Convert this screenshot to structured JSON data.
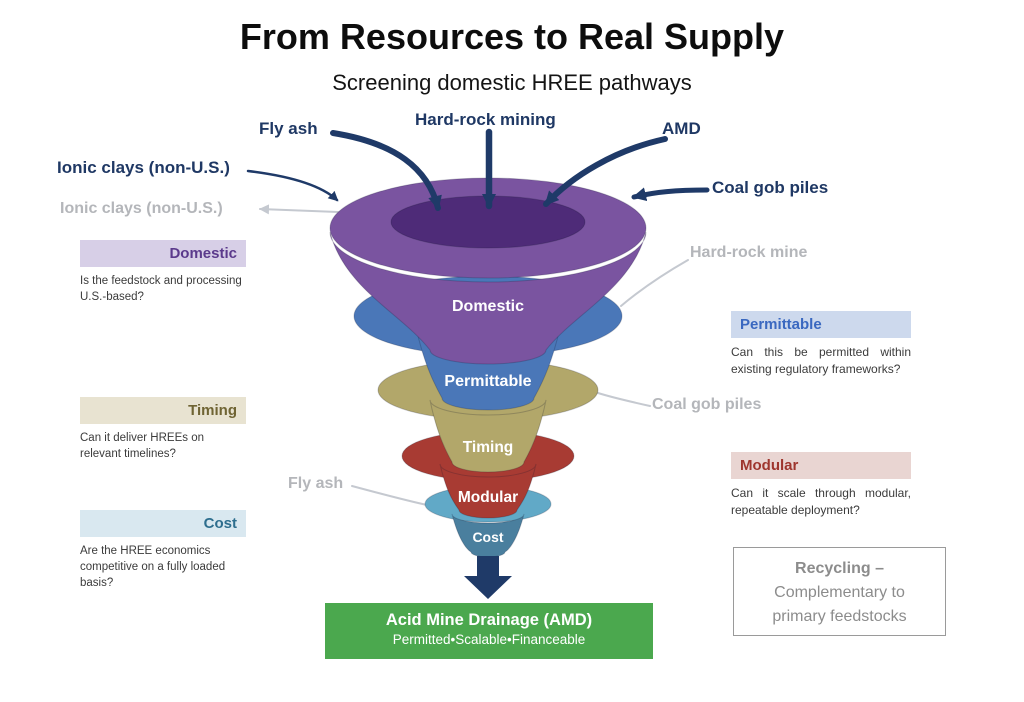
{
  "title": "From Resources to Real Supply",
  "subtitle": "Screening domestic HREE pathways",
  "colors": {
    "arrow": "#1f3a68",
    "navy_label": "#1f3864",
    "muted_label": "#b4b6ba",
    "muted_line": "#c5c9d0"
  },
  "sources": {
    "fly_ash": "Fly ash",
    "hard_rock_mining": "Hard-rock mining",
    "amd": "AMD",
    "ionic_clays": "Ionic clays (non-U.S.)",
    "coal_gob_piles": "Coal gob piles"
  },
  "eliminated": {
    "ionic_clays": "Ionic clays (non-U.S.)",
    "hard_rock_mine": "Hard-rock mine",
    "coal_gob_piles": "Coal gob piles",
    "fly_ash": "Fly ash"
  },
  "funnel": {
    "hole_color": "#4e2b78",
    "tip_color": "#4a7f9e",
    "stages": [
      {
        "label": "Domestic",
        "color": "#7a54a0"
      },
      {
        "label": "Permittable",
        "color": "#4a77b8"
      },
      {
        "label": "Timing",
        "color": "#b2a76a"
      },
      {
        "label": "Modular",
        "color": "#a83b33"
      },
      {
        "label": "Cost",
        "color": "#61a9c7"
      }
    ]
  },
  "criteria": {
    "domestic": {
      "title": "Domestic",
      "question": "Is the feedstock and processing U.S.-based?",
      "title_color": "#5b3a8c",
      "bg": "#d7cfe7"
    },
    "permittable": {
      "title": "Permittable",
      "question": "Can this be permitted within existing regulatory frameworks?",
      "title_color": "#3a68c0",
      "bg": "#cdd9ed"
    },
    "timing": {
      "title": "Timing",
      "question": "Can it deliver HREEs on relevant timelines?",
      "title_color": "#6f6433",
      "bg": "#e8e3d1"
    },
    "modular": {
      "title": "Modular",
      "question": "Can it scale through modular, repeatable deployment?",
      "title_color": "#9e362e",
      "bg": "#e9d5d2"
    },
    "cost": {
      "title": "Cost",
      "question": "Are the HREE economics competitive on a fully loaded basis?",
      "title_color": "#2e6e8e",
      "bg": "#d9e8f0"
    }
  },
  "recycling": {
    "line1": "Recycling –",
    "line2": "Complementary to",
    "line3": "primary feedstocks"
  },
  "result": {
    "title": "Acid Mine Drainage (AMD)",
    "subtitle": "Permitted•Scalable•Financeable",
    "bg": "#4ba84e"
  }
}
